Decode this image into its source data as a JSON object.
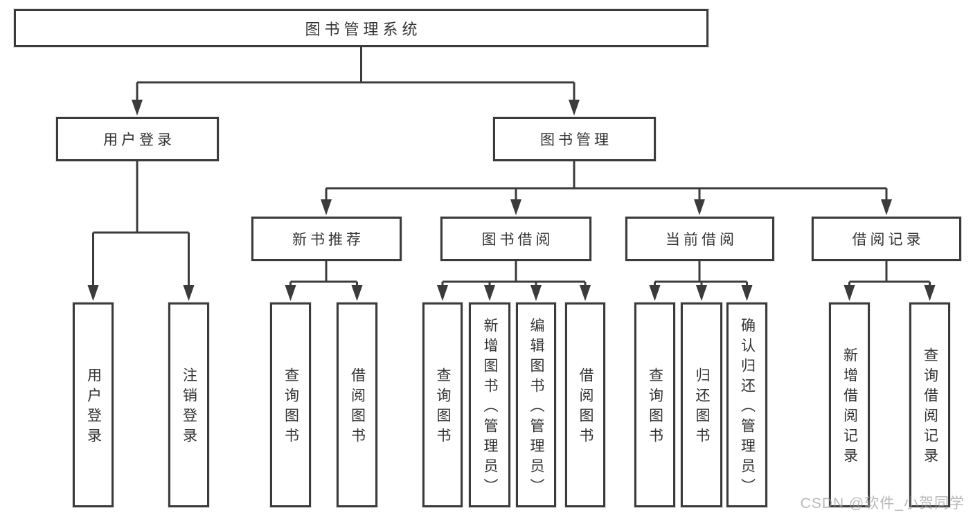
{
  "diagram": {
    "tree": {
      "label": "图书管理系统",
      "children": [
        {
          "label": "用户登录",
          "children": [
            {
              "label": "用户登录"
            },
            {
              "label": "注销登录"
            }
          ]
        },
        {
          "label": "图书管理",
          "children": [
            {
              "label": "新书推荐",
              "children": [
                {
                  "label": "查询图书"
                },
                {
                  "label": "借阅图书"
                }
              ]
            },
            {
              "label": "图书借阅",
              "children": [
                {
                  "label": "查询图书"
                },
                {
                  "label": "新增图书（管理员）"
                },
                {
                  "label": "编辑图书（管理员）"
                },
                {
                  "label": "借阅图书"
                }
              ]
            },
            {
              "label": "当前借阅",
              "children": [
                {
                  "label": "查询图书"
                },
                {
                  "label": "归还图书"
                },
                {
                  "label": "确认归还（管理员）"
                }
              ]
            },
            {
              "label": "借阅记录",
              "children": [
                {
                  "label": "新增借阅记录"
                },
                {
                  "label": "查询借阅记录"
                }
              ]
            }
          ]
        }
      ]
    },
    "watermark": {
      "text": "CSDN @软件_小贺同学"
    },
    "colors": {
      "line": "#3b3b3b",
      "text": "#333333",
      "background": "#ffffff",
      "watermark": "#9e9e9e"
    }
  }
}
